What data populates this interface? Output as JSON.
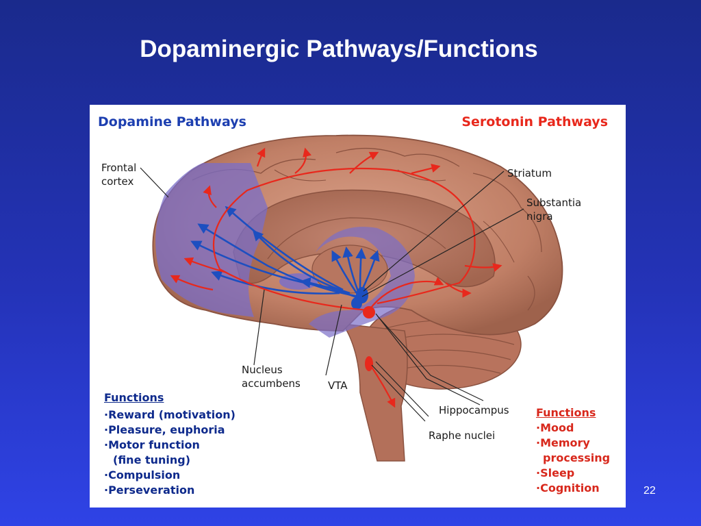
{
  "slide": {
    "title": "Dopaminergic Pathways/Functions",
    "page_number": "22"
  },
  "diagram": {
    "dopamine_header": "Dopamine Pathways",
    "serotonin_header": "Serotonin Pathways",
    "labels": {
      "frontal_cortex": "Frontal\ncortex",
      "striatum": "Striatum",
      "substantia_nigra": "Substantia\nnigra",
      "nucleus_accumbens": "Nucleus\naccumbens",
      "vta": "VTA",
      "hippocampus": "Hippocampus",
      "raphe_nuclei": "Raphe nuclei"
    },
    "dopamine_functions": {
      "heading": "Functions",
      "items": [
        "·Reward (motivation)",
        "·Pleasure, euphoria",
        "·Motor function",
        "(fine tuning)",
        "·Compulsion",
        "·Perseveration"
      ]
    },
    "serotonin_functions": {
      "heading": "Functions",
      "items": [
        "·Mood",
        "·Memory",
        "processing",
        "·Sleep",
        "·Cognition"
      ]
    },
    "colors": {
      "dopamine": "#1d4fc0",
      "serotonin": "#e8281c",
      "brain": "#c88a70",
      "cortex_overlay": "#7a6ec8"
    }
  }
}
